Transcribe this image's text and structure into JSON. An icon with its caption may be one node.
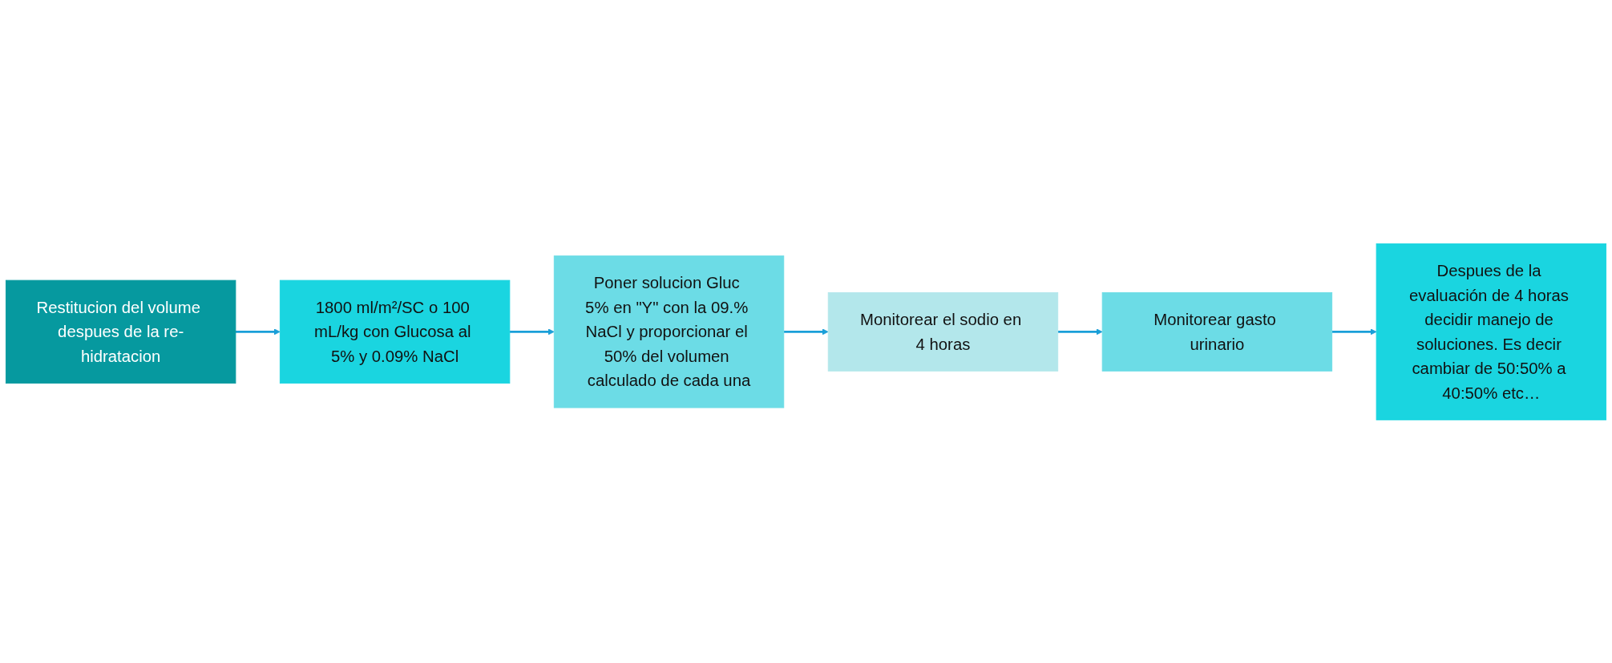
{
  "diagram": {
    "nodes": [
      {
        "text": [
          "Restitucion del volume despues de la re-hidratacion"
        ]
      },
      {
        "text": [
          "1800 ml/m²/SC o 100 mL/kg con Glucosa al 5% y 0.09% NaCl"
        ]
      },
      {
        "text": [
          "Poner solucion Gluc 5% en \"Y\" con la 09.% NaCl y proporcionar el 50% del volumen calculado de cada una"
        ]
      },
      {
        "text": [
          "Monitorear el sodio en 4 horas"
        ]
      },
      {
        "text": [
          "Monitorear gasto urinario"
        ]
      },
      {
        "text": [
          "Despues de la evaluación de 4 horas decidir manejo de soluciones. Es decir cambiar de 50:50% a 40:50% etc…"
        ]
      }
    ],
    "edges": [
      {
        "from": 0,
        "to": 1,
        "arrow": "to"
      },
      {
        "from": 1,
        "to": 2,
        "arrow": "to"
      },
      {
        "from": 2,
        "to": 3,
        "arrow": "to"
      },
      {
        "from": 3,
        "to": 4,
        "arrow": "to"
      },
      {
        "from": 4,
        "to": 5,
        "arrow": "to"
      }
    ]
  }
}
